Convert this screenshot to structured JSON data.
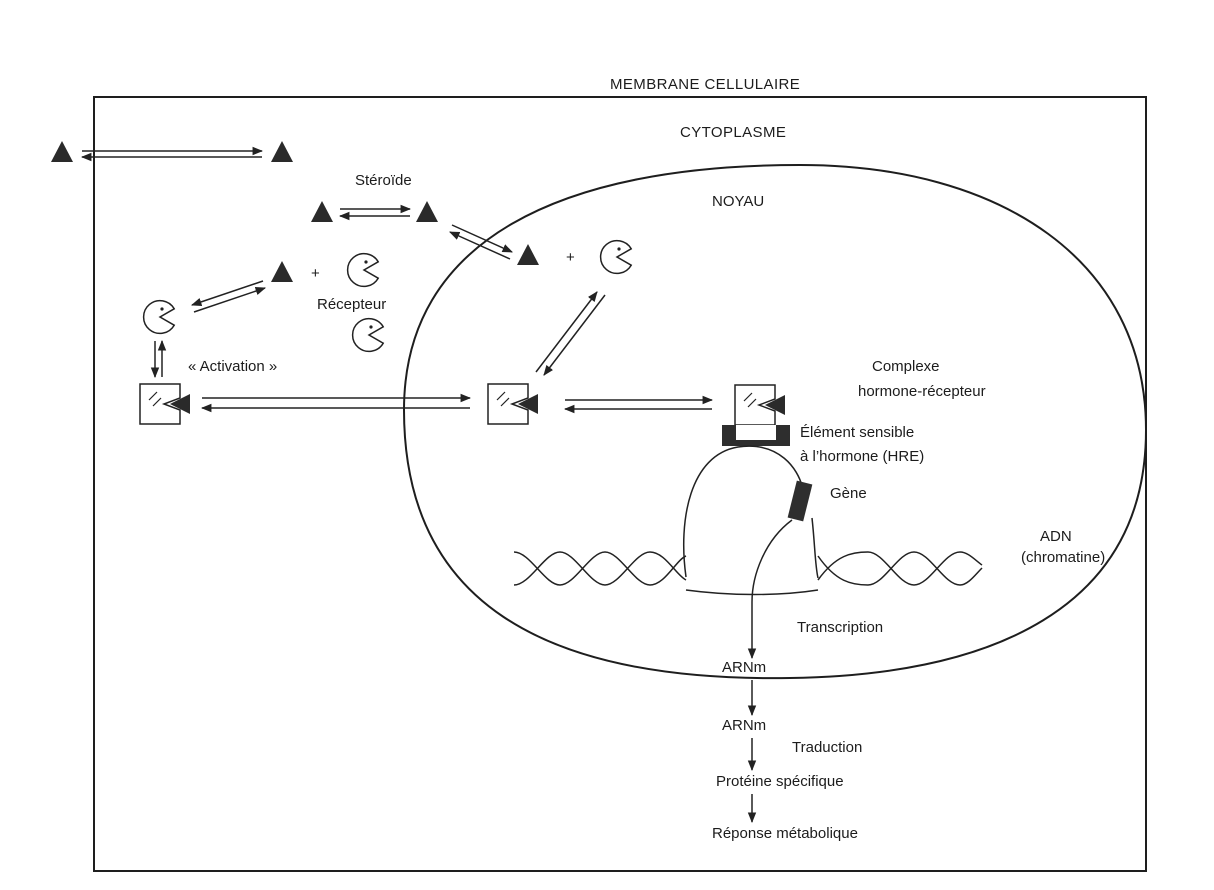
{
  "labels": {
    "membrane": "MEMBRANE CELLULAIRE",
    "cytoplasm": "CYTOPLASME",
    "nucleus": "NOYAU",
    "steroid": "Stéroïde",
    "receptor": "Récepteur",
    "activation": "« Activation »",
    "complex_line1": "Complexe",
    "complex_line2": "hormone-récepteur",
    "hre_line1": "Élément sensible",
    "hre_line2": "à l’hormone (HRE)",
    "gene": "Gène",
    "dna_line1": "ADN",
    "dna_line2": "(chromatine)",
    "transcription": "Transcription",
    "mrna_nuclear": "ARNm",
    "mrna_cytoplasm": "ARNm",
    "translation": "Traduction",
    "protein": "Protéine spécifique",
    "response": "Réponse métabolique",
    "plus_cytoplasm": "+",
    "plus_nucleus": "+"
  }
}
